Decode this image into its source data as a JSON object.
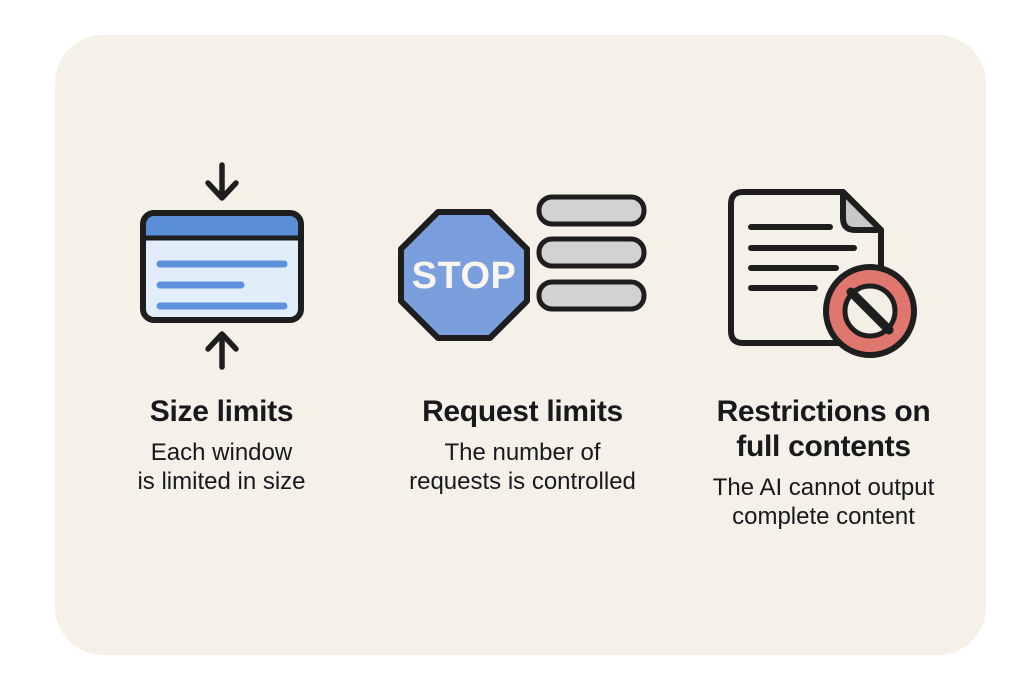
{
  "card": {
    "sections": [
      {
        "id": "size-limits",
        "title": "Size limits",
        "description": "Each window\nis limited in size",
        "icon": "window-compress-icon"
      },
      {
        "id": "request-limits",
        "title": "Request limits",
        "description": "The number of\nrequests is controlled",
        "icon": "stop-sign-requests-icon",
        "stop_label": "STOP"
      },
      {
        "id": "restrictions-on-full-contents",
        "title": "Restrictions on\nfull contents",
        "description": "The AI cannot output\ncomplete content",
        "icon": "restricted-document-icon"
      }
    ]
  },
  "colors": {
    "outline": "#1e1e1e",
    "card_bg": "#f5f1e9",
    "window_titlebar": "#5a8fd8",
    "window_body": "#e1edf9",
    "window_line": "#5e92dc",
    "stop_blue": "#7b9edd",
    "stop_text": "#f7f5ee",
    "bar_gray": "#d3d2d0",
    "fold_gray": "#c9c8c6",
    "prohibit_red": "#e0776f",
    "doc_fill": "#f4f1e9",
    "cream": "#f2efe7",
    "text": "#17191d"
  }
}
